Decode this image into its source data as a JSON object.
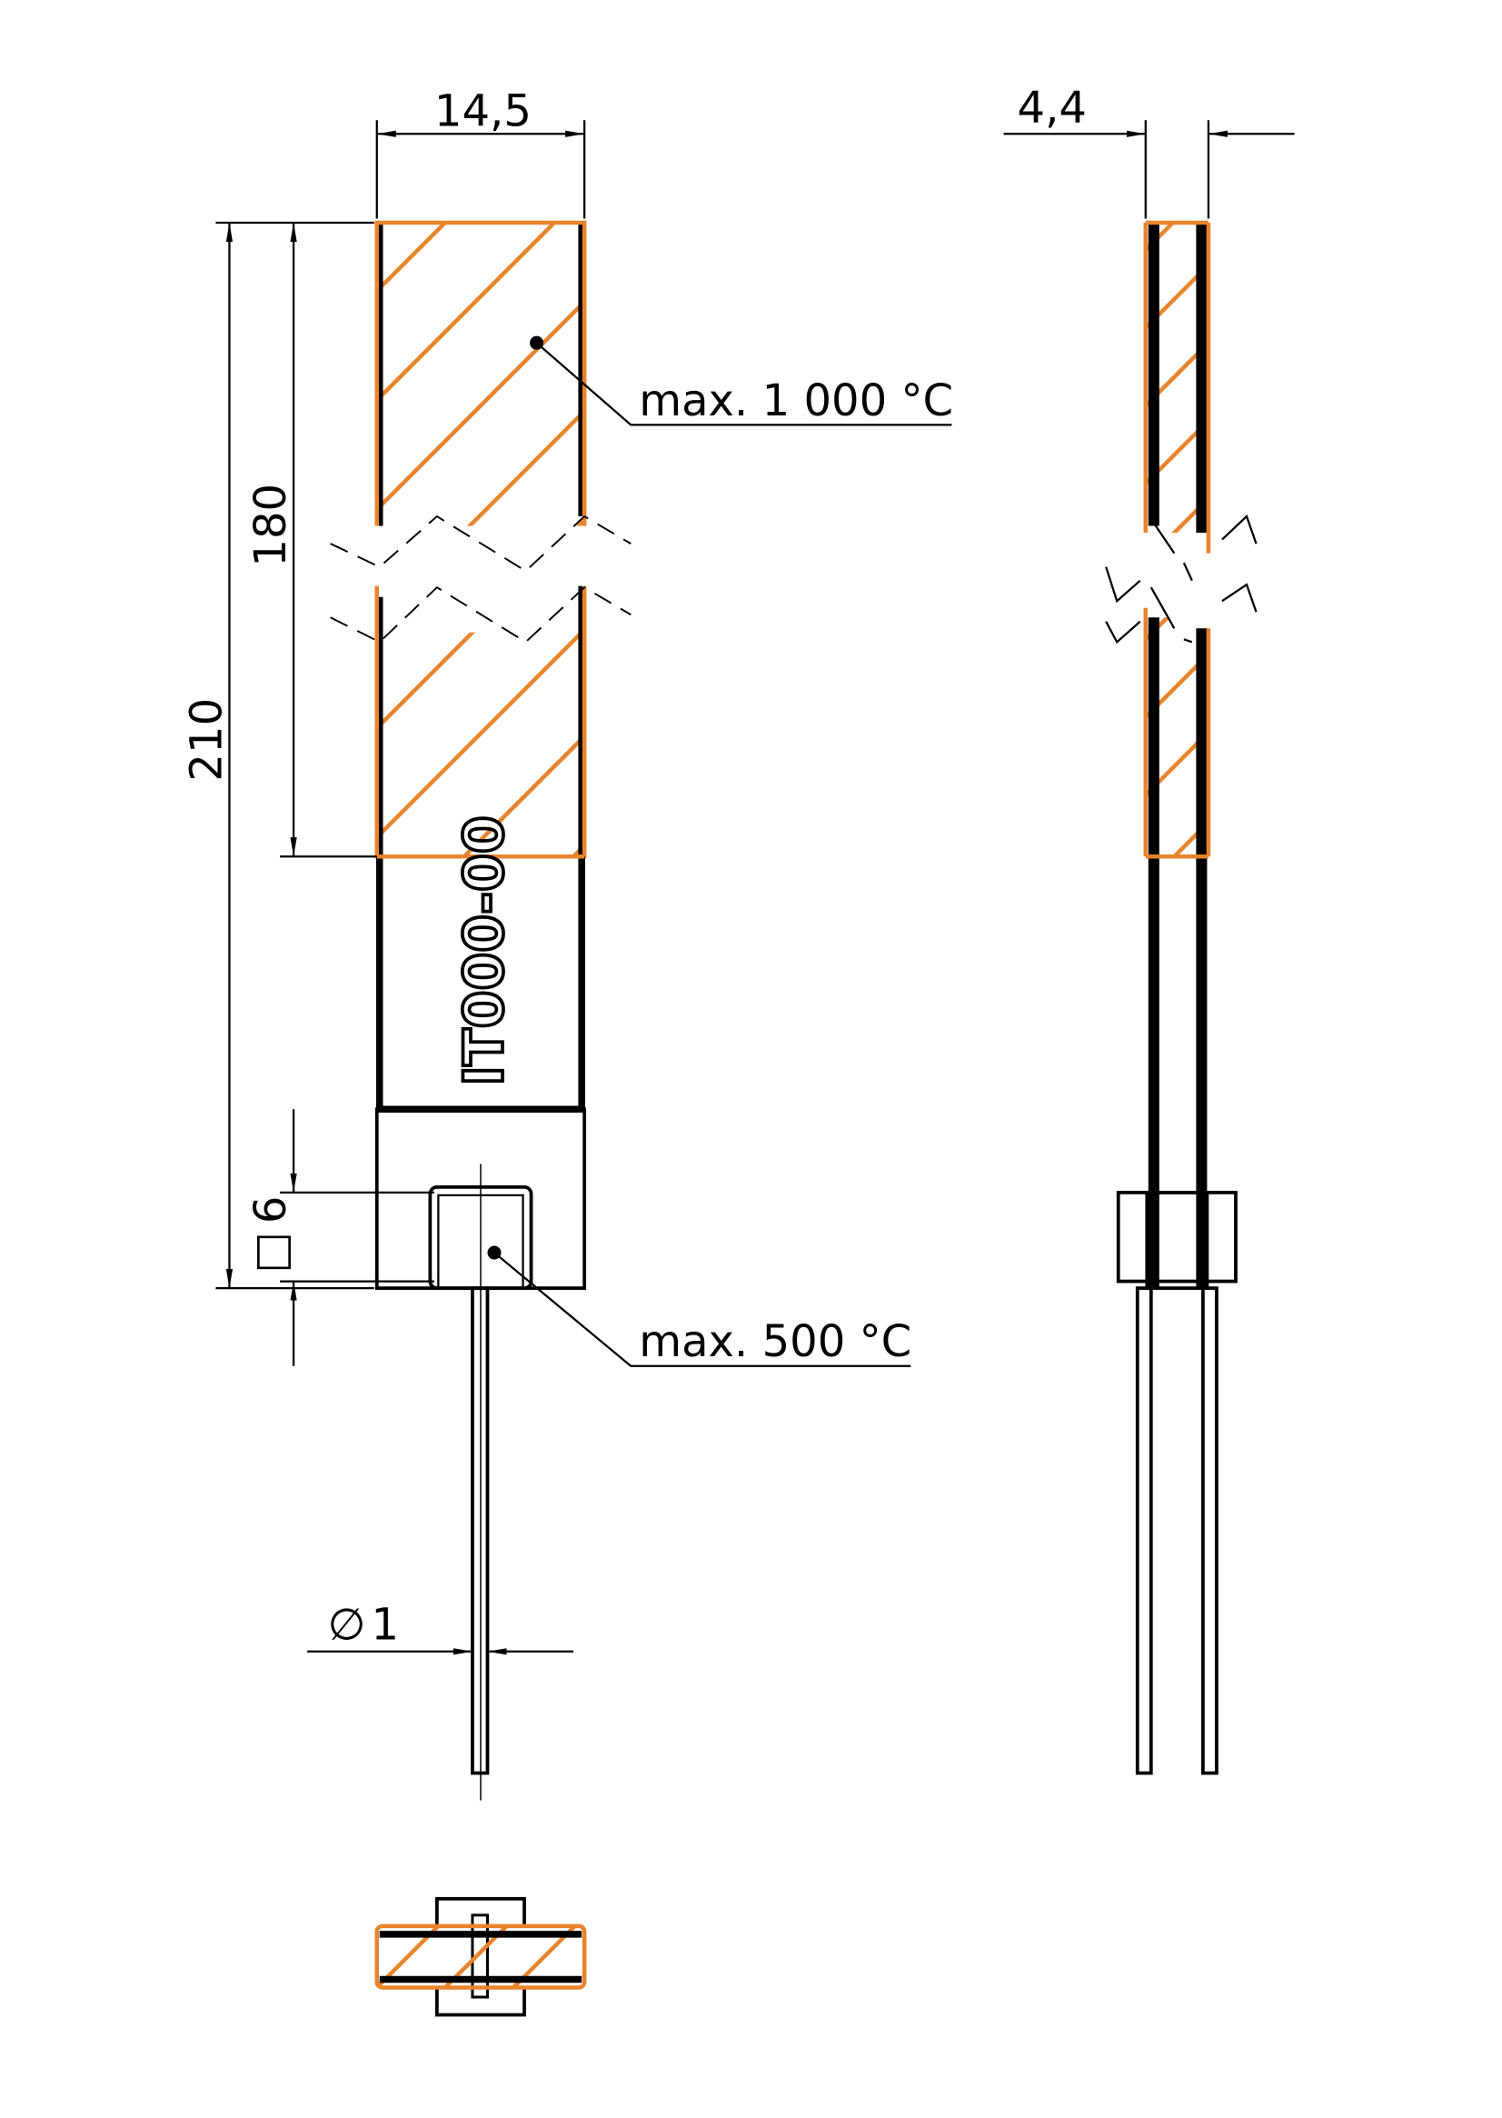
{
  "dimensions": {
    "width": "14,5",
    "thickness": "4,4",
    "total_length": "210",
    "hot_length": "180",
    "square": "6",
    "square_symbol": "□",
    "wire_diameter": "1",
    "diameter_symbol": "∅"
  },
  "annotations": {
    "hot_zone": "max. 1 000 °C",
    "cold_zone": "max. 500 °C"
  },
  "part_label": "IT000-00",
  "colors": {
    "hatch": "#e8842c",
    "line": "#000000"
  }
}
